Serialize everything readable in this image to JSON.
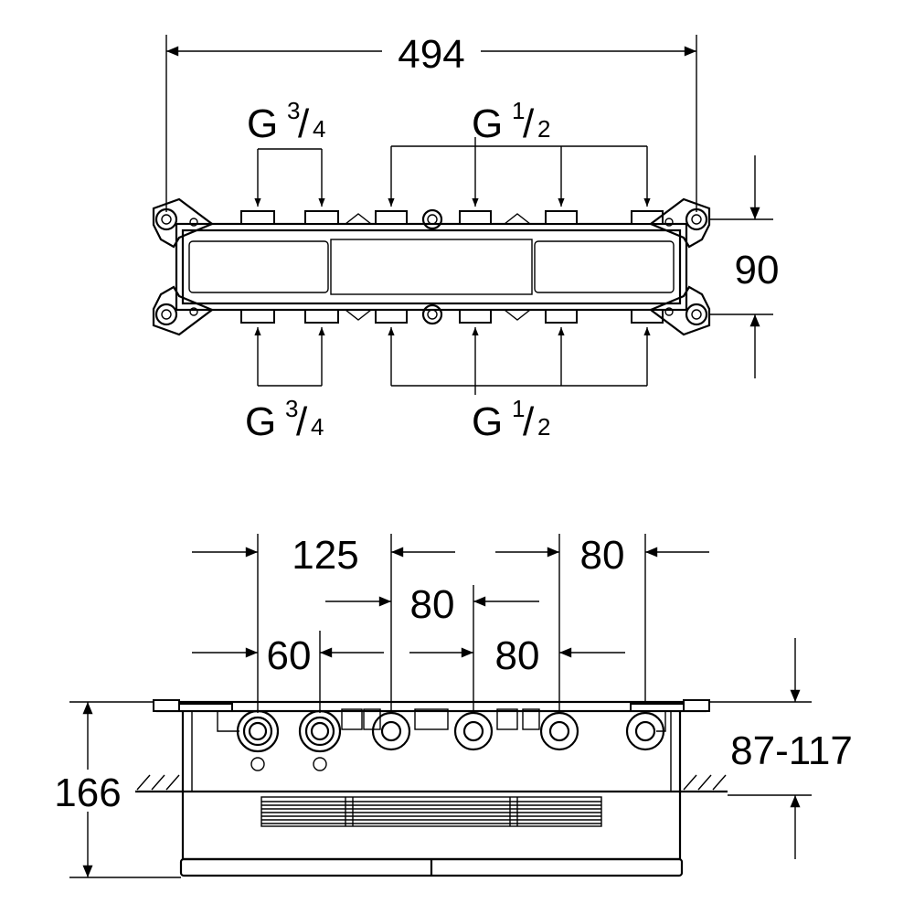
{
  "top_view": {
    "width_dim": "494",
    "height_dim": "90",
    "thread_top_left": {
      "main": "G",
      "num": "3",
      "den": "4"
    },
    "thread_top_right": {
      "main": "G",
      "num": "1",
      "den": "2"
    },
    "thread_bottom_left": {
      "main": "G",
      "num": "3",
      "den": "4"
    },
    "thread_bottom_right": {
      "main": "G",
      "num": "1",
      "den": "2"
    }
  },
  "front_view": {
    "dim_125": "125",
    "dim_80_top_right": "80",
    "dim_80_middle": "80",
    "dim_60": "60",
    "dim_80_lower": "80",
    "dim_166": "166",
    "dim_depth": "87-117"
  }
}
